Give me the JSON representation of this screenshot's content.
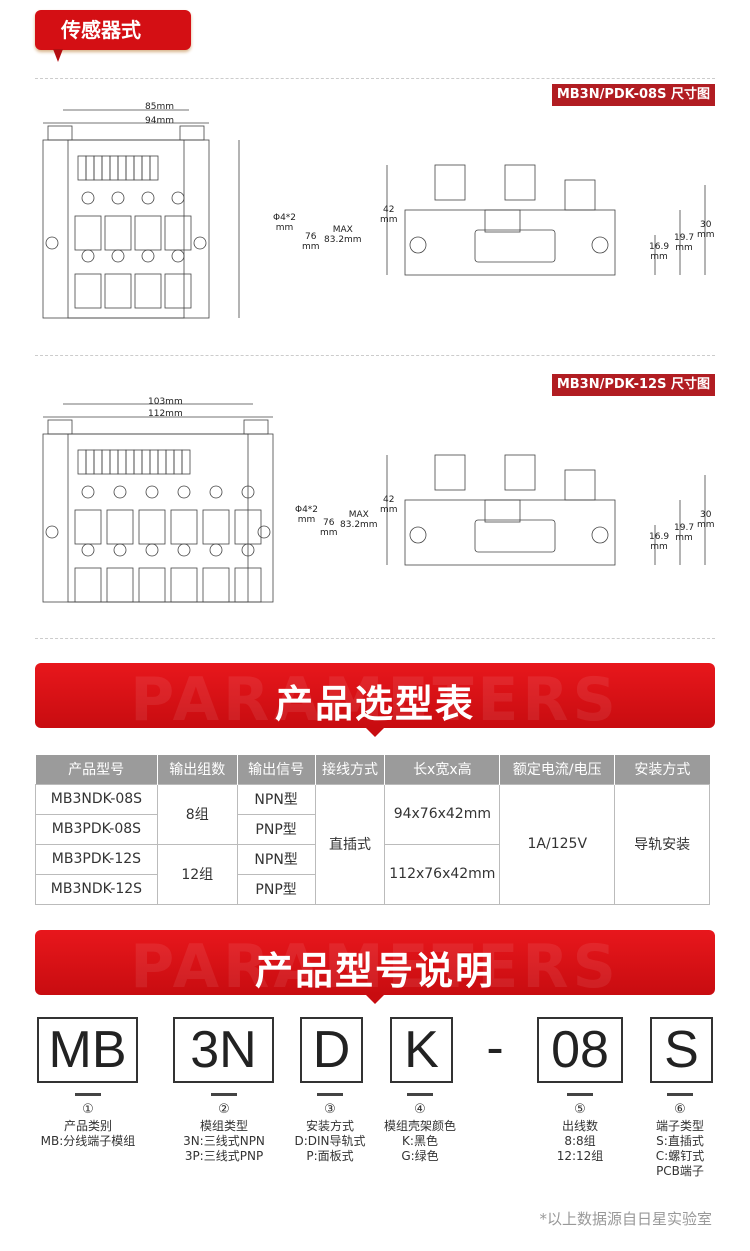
{
  "section_tag": "传感器式",
  "drawings": [
    {
      "title": "MB3N/PDK-08S 尺寸图",
      "groups": 8,
      "inner_width": "85mm",
      "outer_width": "94mm",
      "hole": "Φ4*2",
      "hole_unit": "mm",
      "height": "76",
      "height_unit": "mm",
      "max_label": "MAX",
      "max_height": "83.2mm",
      "side_height": "42",
      "side_h30": "30",
      "side_h197": "19.7",
      "side_h169": "16.9",
      "unit": "mm"
    },
    {
      "title": "MB3N/PDK-12S 尺寸图",
      "groups": 12,
      "inner_width": "103mm",
      "outer_width": "112mm",
      "hole": "Φ4*2",
      "hole_unit": "mm",
      "height": "76",
      "height_unit": "mm",
      "max_label": "MAX",
      "max_height": "83.2mm",
      "side_height": "42",
      "side_h30": "30",
      "side_h197": "19.7",
      "side_h169": "16.9",
      "unit": "mm"
    }
  ],
  "banner1": {
    "title": "产品选型表",
    "watermark": "PARAMETERS"
  },
  "table": {
    "headers": [
      "产品型号",
      "输出组数",
      "输出信号",
      "接线方式",
      "长x宽x高",
      "额定电流/电压",
      "安装方式"
    ],
    "models": [
      "MB3NDK-08S",
      "MB3PDK-08S",
      "MB3PDK-12S",
      "MB3NDK-12S"
    ],
    "groups": [
      "8组",
      "12组"
    ],
    "signals": [
      "NPN型",
      "PNP型",
      "NPN型",
      "PNP型"
    ],
    "wiring": "直插式",
    "sizes": [
      "94x76x42mm",
      "112x76x42mm"
    ],
    "rating": "1A/125V",
    "mounting": "导轨安装"
  },
  "banner2": {
    "title": "产品型号说明",
    "watermark": "PARAMETERS"
  },
  "code": {
    "parts": [
      "MB",
      "3N",
      "D",
      "K",
      "-",
      "08",
      "S"
    ]
  },
  "legend": [
    {
      "num": "①",
      "title": "产品类别",
      "lines": [
        "MB:分线端子模组"
      ]
    },
    {
      "num": "②",
      "title": "模组类型",
      "lines": [
        "3N:三线式NPN",
        "3P:三线式PNP"
      ]
    },
    {
      "num": "③",
      "title": "安装方式",
      "lines": [
        "D:DIN导轨式",
        "P:面板式"
      ]
    },
    {
      "num": "④",
      "title": "模组壳架颜色",
      "lines": [
        "K:黑色",
        "G:绿色"
      ]
    },
    {
      "num": "⑤",
      "title": "出线数",
      "lines": [
        "8:8组",
        "12:12组"
      ]
    },
    {
      "num": "⑥",
      "title": "端子类型",
      "lines": [
        "S:直插式",
        "C:螺钉式",
        "PCB端子"
      ]
    }
  ],
  "footnote": "*以上数据源自日星实验室",
  "colors": {
    "red": "#d40f14",
    "header_gray": "#9b9b9b"
  }
}
